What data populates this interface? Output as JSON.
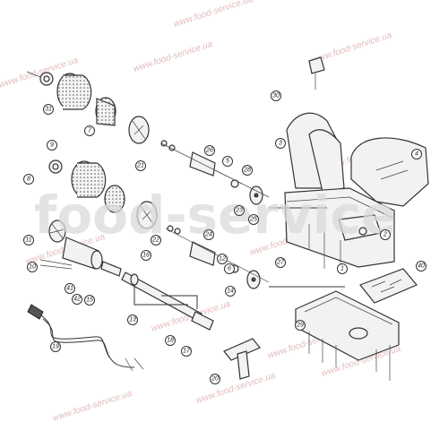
{
  "watermark": {
    "small_text": "www.food-service.ua",
    "big_text": "food-service"
  },
  "colors": {
    "watermark_small": "#e2bcbc",
    "watermark_big": "#d9d9d9",
    "line": "#333333"
  },
  "callouts": [
    "1",
    "2",
    "3",
    "4",
    "5",
    "6",
    "7",
    "8",
    "9",
    "10",
    "11",
    "12",
    "13",
    "14",
    "15",
    "16",
    "17",
    "18",
    "19",
    "20",
    "21",
    "22",
    "23",
    "24",
    "25",
    "26",
    "27",
    "28",
    "29",
    "30",
    "31",
    "40",
    "41",
    "42"
  ]
}
